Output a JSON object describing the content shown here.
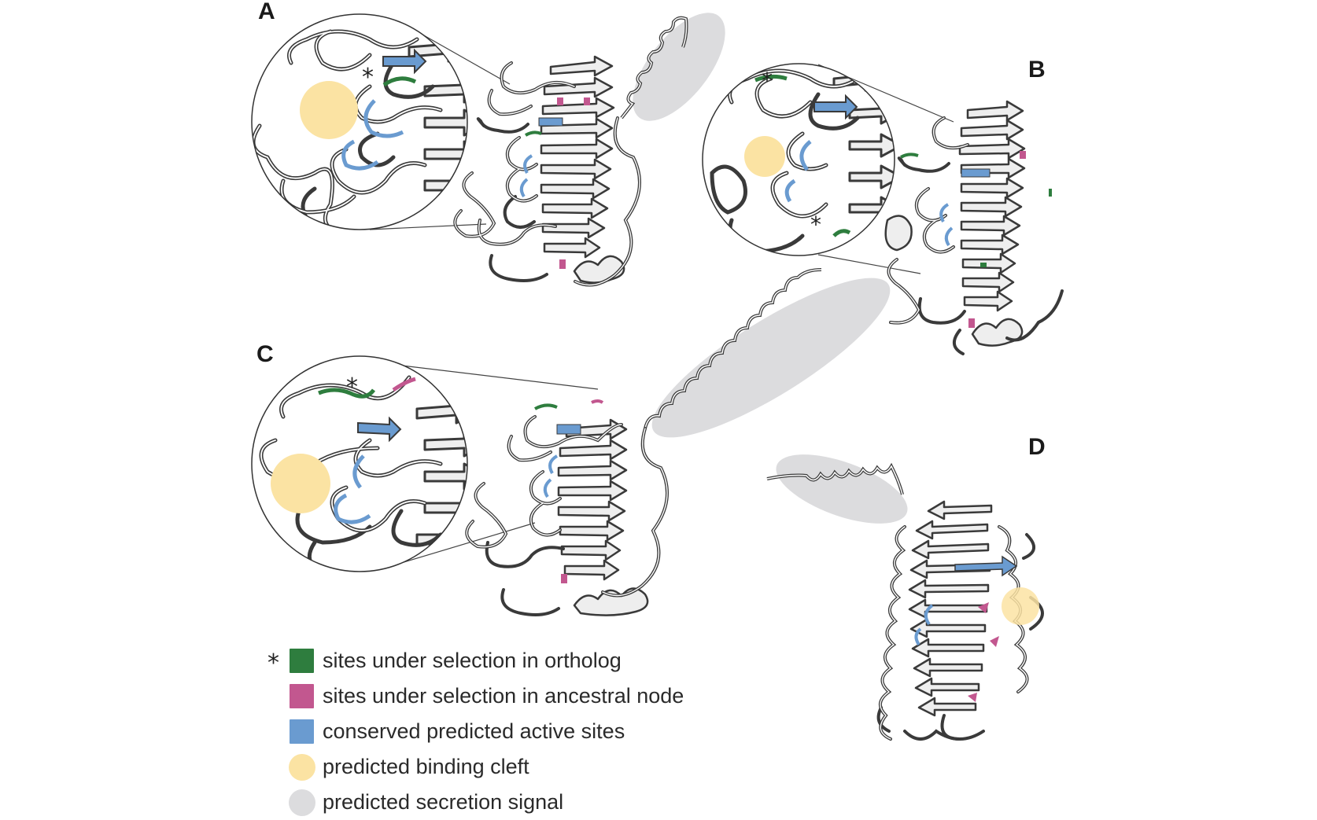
{
  "panels": [
    {
      "label": "A"
    },
    {
      "label": "B"
    },
    {
      "label": "C"
    },
    {
      "label": "D"
    }
  ],
  "legend": {
    "marker": "*",
    "items": [
      {
        "label": "sites under selection in ortholog",
        "color": "#2e7d3e",
        "shape": "square"
      },
      {
        "label": "sites under selection in ancestral node",
        "color": "#c2578f",
        "shape": "square"
      },
      {
        "label": "conserved predicted active sites",
        "color": "#6a9bd0",
        "shape": "square"
      },
      {
        "label": "predicted binding cleft",
        "color": "#fbe3a3",
        "shape": "circle"
      },
      {
        "label": "predicted secretion signal",
        "color": "#dcdcde",
        "shape": "circle"
      }
    ]
  },
  "colors": {
    "ribbon_fill": "#eeeeee",
    "ribbon_outline": "#3a3a3a",
    "ortholog": "#2e7d3e",
    "ancestral": "#c2578f",
    "active": "#6a9bd0",
    "cleft": "#fbe3a3",
    "signal": "#dcdcde"
  }
}
